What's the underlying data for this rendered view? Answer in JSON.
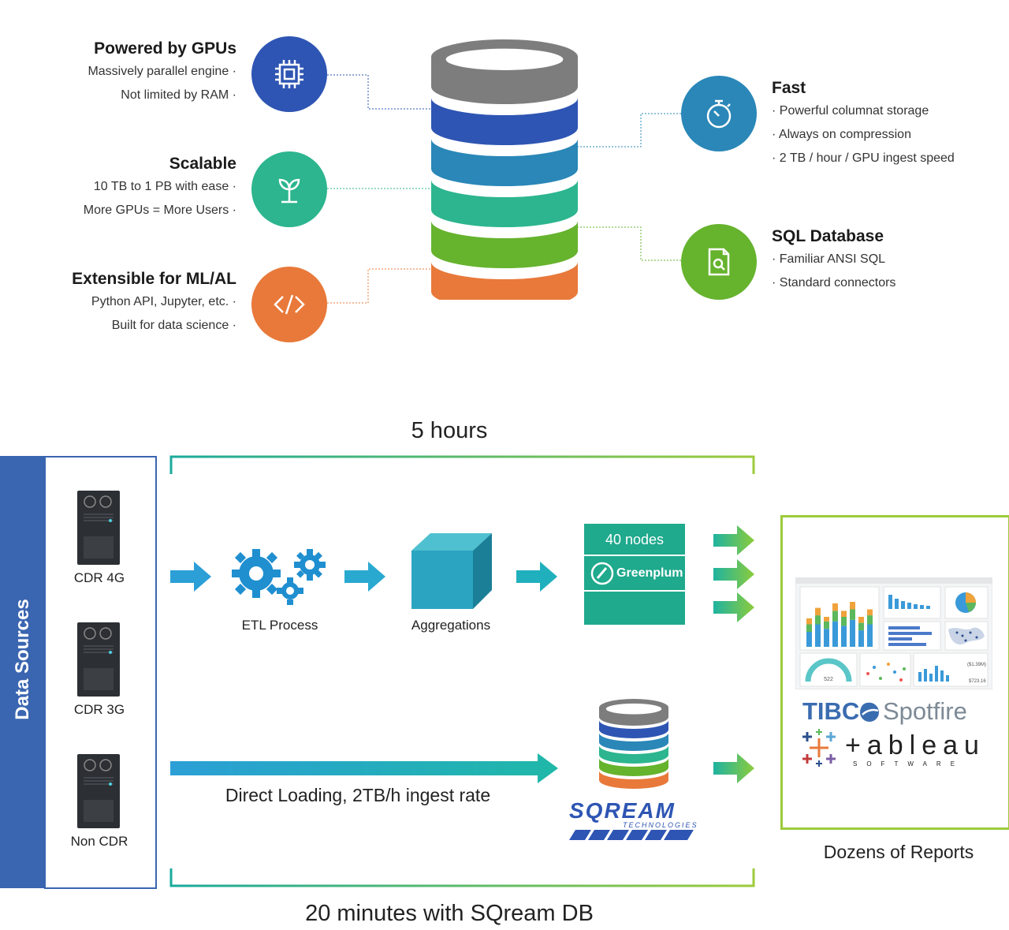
{
  "features_left": [
    {
      "title": "Powered by GPUs",
      "lines": [
        "Massively parallel engine",
        "Not limited by RAM"
      ],
      "color": "#2e55b3",
      "icon": "cpu-icon"
    },
    {
      "title": "Scalable",
      "lines": [
        "10 TB to 1 PB with ease",
        "More GPUs = More Users"
      ],
      "color": "#2cb58e",
      "icon": "sprout-icon"
    },
    {
      "title": "Extensible for ML/AL",
      "lines": [
        "Python API, Jupyter, etc.",
        "Built for data science"
      ],
      "color": "#e8793a",
      "icon": "code-icon"
    }
  ],
  "features_right": [
    {
      "title": "Fast",
      "lines": [
        "Powerful columnat storage",
        "Always on compression",
        "2 TB / hour / GPU ingest speed"
      ],
      "color": "#2a87b8",
      "icon": "stopwatch-icon"
    },
    {
      "title": "SQL Database",
      "lines": [
        "Familiar ANSI SQL",
        "Standard connectors"
      ],
      "color": "#66b32e",
      "icon": "file-search-icon"
    }
  ],
  "db_layer_colors": [
    "#7d7d7d",
    "#2e55b3",
    "#2a87b8",
    "#2cb58e",
    "#66b32e",
    "#e8793a"
  ],
  "flow": {
    "top_time": "5 hours",
    "bottom_time": "20 minutes with SQream DB",
    "data_sources_title": "Data Sources",
    "sources": [
      "CDR 4G",
      "CDR 3G",
      "Non CDR"
    ],
    "etl_label": "ETL Process",
    "aggregations_label": "Aggregations",
    "nodes_label": "40 nodes",
    "greenplum_label": "Greenplum",
    "direct_loading_label": "Direct Loading, 2TB/h ingest rate",
    "sqream_logo": "SQREAM",
    "sqream_sub": "TECHNOLOGIES",
    "reports_label": "Dozens of Reports",
    "tibco_label": "TIBCO",
    "spotfire_label": "Spotfire",
    "tableau_label": "+ableau",
    "tableau_sub": "SOFTWARE",
    "dash_values": [
      "522",
      "($1.39M)",
      "$723.16"
    ]
  },
  "colors": {
    "blue_panel": "#3a65b0",
    "teal": "#1fb3a0",
    "green_box": "#9ccb3b",
    "greenplum_bg": "#1fa98d"
  }
}
